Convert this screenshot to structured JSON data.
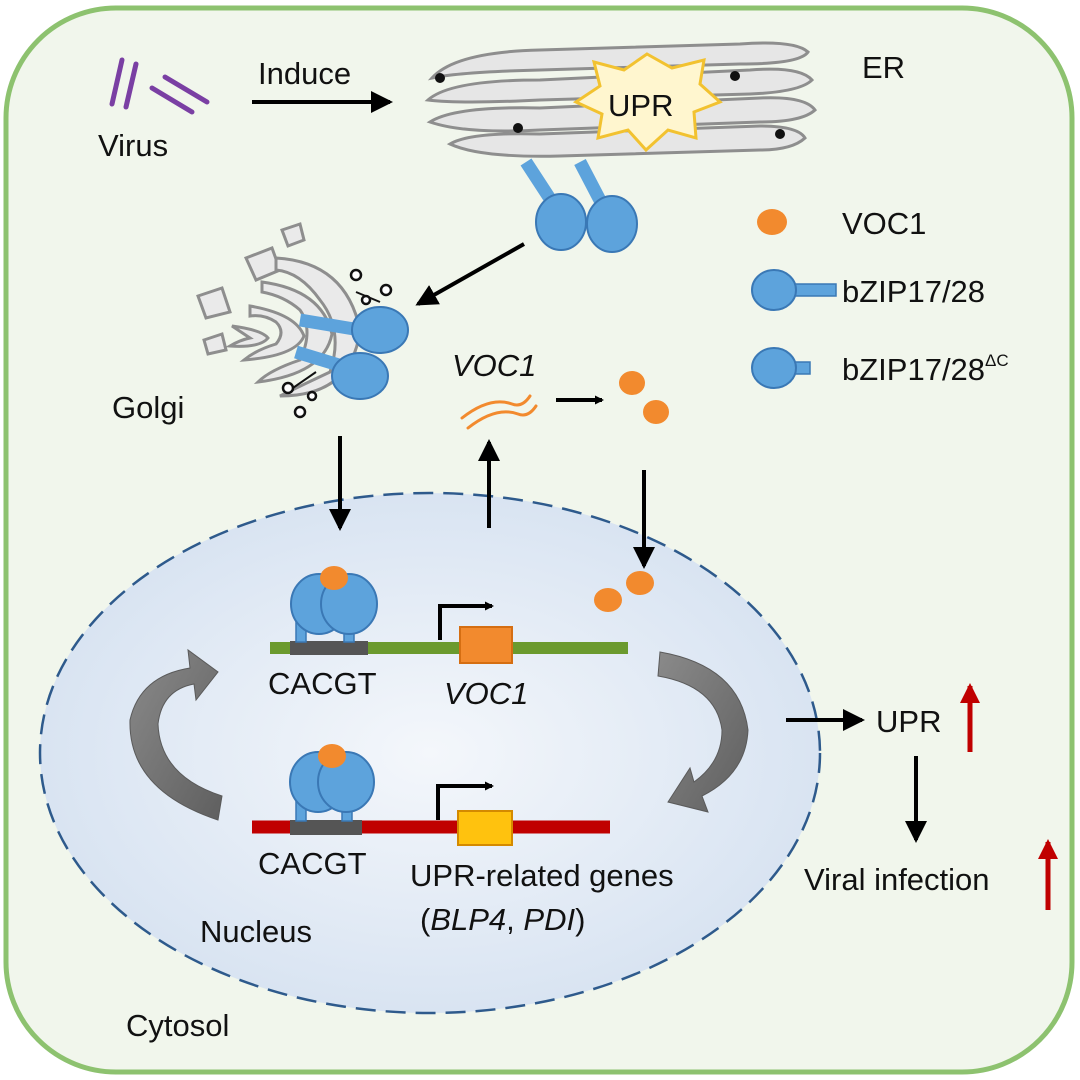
{
  "labels": {
    "virus": "Virus",
    "induce": "Induce",
    "upr_er": "UPR",
    "er": "ER",
    "golgi": "Golgi",
    "voc1_mrna": "VOC1",
    "cacgt_top": "CACGT",
    "voc1_gene": "VOC1",
    "cacgt_bottom": "CACGT",
    "upr_genes": "UPR-related genes",
    "upr_genes_paren_open": "(",
    "blp4": "BLP4",
    "comma": ", ",
    "pdi": "PDI",
    "upr_genes_paren_close": ")",
    "nucleus": "Nucleus",
    "cytosol": "Cytosol",
    "upr_out": "UPR",
    "viral_infection": "Viral infection"
  },
  "legend": {
    "voc1": "VOC1",
    "bzip": "bZIP17/28",
    "bzip_dc": "bZIP17/28",
    "bzip_dc_sup": "ΔC"
  },
  "colors": {
    "cell_border": "#8dc26f",
    "cell_fill": "#f1f6ec",
    "nucleus_border": "#2e5a8c",
    "nucleus_fill": "#dce6f3",
    "protein_blue": "#5da3dc",
    "protein_stroke": "#3a78b5",
    "voc1_orange": "#f28a2e",
    "green_dna": "#6b9a2e",
    "red_dna": "#c00000",
    "upr_gene_box": "#ffc20e",
    "up_arrow": "#c00000",
    "virus_purple": "#7a3fa3"
  }
}
